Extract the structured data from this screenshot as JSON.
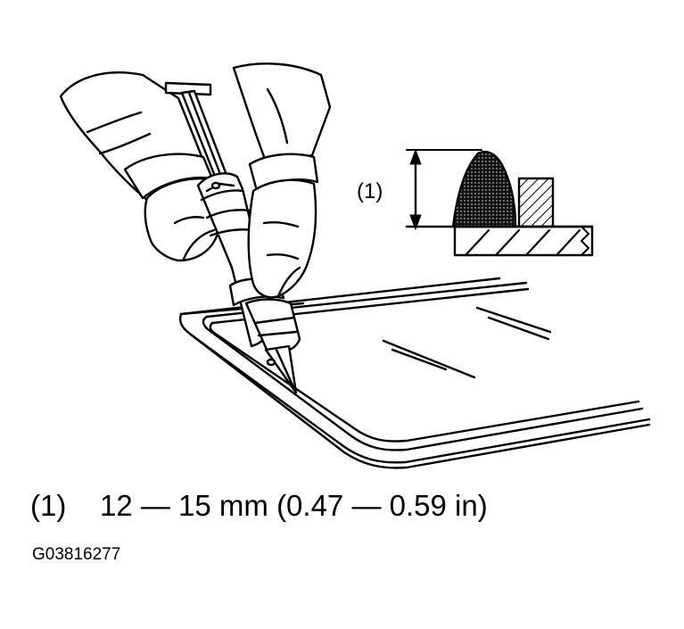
{
  "figure": {
    "callout_label": "(1)",
    "caption_number": "(1)",
    "caption_text": "12 — 15 mm (0.47 — 0.59 in)",
    "figure_id": "G03816277"
  },
  "colors": {
    "line": "#000000",
    "background": "#ffffff"
  }
}
